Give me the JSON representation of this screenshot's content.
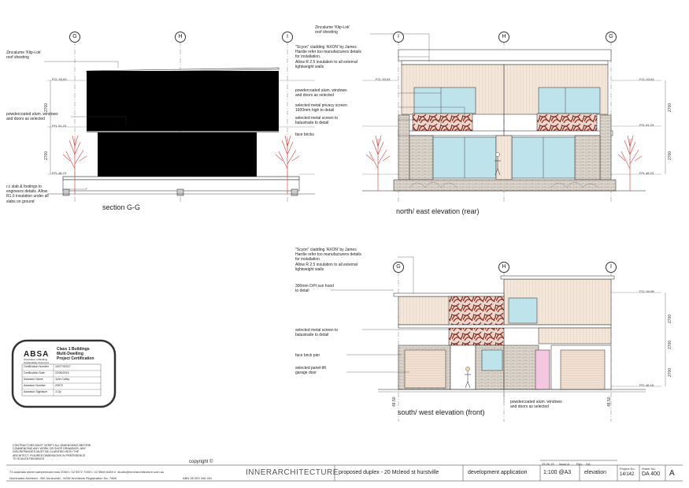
{
  "grid_labels": {
    "g": "G",
    "h": "H",
    "i": "I"
  },
  "section": {
    "title": "section G-G",
    "roof_note": "Zincalume 'Klip-Lok'\nroof sheeting",
    "window_note": "powdercoated alum. windows\nand doors as selected",
    "slab_note": "r.c slab & footings to\nengineers details. Allow\nR1.0 insulation under all\nslabs on ground",
    "lvl_top": "FCL 53.63",
    "lvl_mid": "FFL 51.23",
    "lvl_bot": "FFL 48.23",
    "dim1": "2700",
    "dim2": "2700"
  },
  "ne": {
    "title": "north/ east elevation (rear)",
    "roof_note": "Zincalume 'Klip-Lok'\nroof sheeting",
    "clad_note": "\"Scyon\" cladding 'AXON' by James\nHardie refer too manufacturers details\nfor installation.\nAllow R 2.5 insulation to all external\nlightweight walls",
    "window_note": "powdercoated alum. windows\nand doors as selected",
    "privacy_note": "selected metal privacy screen\n1600mm high to detail",
    "screen_note": "selected metal screen to\nbalustrade to detail",
    "brick_note": "face bricks",
    "lvl_top": "FCL 53.63",
    "lvl_mid": "FFL 51.23",
    "lvl_bot": "FFL 48.23",
    "dim1": "2700",
    "dim2": "2700"
  },
  "sw": {
    "title": "south/ west elevation (front)",
    "clad_note": "\"Scyon\" cladding 'AXON' by James\nHardie refer too manufacturers details\nfor installation.\nAllow R 2.5 insulation to all external\nlightweight walls",
    "hood_note": "300mm O/H sun hood\nto detail",
    "screen_note": "selected metal screen to\nbalustrade to detail",
    "pier_note": "face brick pier",
    "garage_note": "selected panel-lift\ngarage door",
    "window_note": "powdercoated alum. windows\nand doors as selected",
    "lvl_top": "FCL 54.98",
    "lvl_bot": "FFL 48.18",
    "dim1": "2700",
    "dim2": "2700",
    "dim3": "2700",
    "left_rl": "48.50",
    "right_rl": "48.50"
  },
  "basix": {
    "logo": "ABSA",
    "logo_sub": "Association of Building\nSustainability Assessors",
    "heading": "Class 1 Buildings\nMulti-Dwelling\nProject Certification",
    "rows": [
      {
        "label": "Certification Number",
        "value": "1007702317"
      },
      {
        "label": "Certification Date",
        "value": "22/06/2015"
      },
      {
        "label": "Assessor Name",
        "value": "John Calley"
      },
      {
        "label": "Assessor Number",
        "value": "20570"
      },
      {
        "label": "Assessor Signature",
        "value": "J.Cly"
      }
    ]
  },
  "disclaimer": "CONTRACTORS MUST VERIFY ALL DIMENSIONS BEFORE\nCOMMENCING ANY WORK OR SHOP DRAWINGS. ANY\nDISCREPANCIES MUST BE CLARIFIED WITH THE\nARCHITECT. FIGURED DIMENSIONS IN PREFERENCE\nTO SCALED READINGS",
  "copyright": "copyright ©",
  "titleblock": {
    "address": "73 australia street camperdown nsw 2050   t. 02 9572 7283   f. 02 9560 6469   e. studio@innerarchitecture.com.au",
    "nominated": "Nominated Architect - Bill Jurukovski - NSW Architects Registration No. 7585",
    "abn": "ABN 28 053 346 491",
    "firm": "INNERARCHITECTURE",
    "project": "proposed duplex - 20 Mcleod st hurstville",
    "stage": "development application",
    "scale": "1:100 @A3",
    "drawing": "elevation",
    "rev_date": "25.06.15",
    "rev_issue": "issue A",
    "rev_hdr": "Rev.",
    "rev_hdr2": "DA",
    "sheet_lbl": "Sheet No.",
    "project_lbl": "Project No.",
    "sheet_no": "14/142",
    "da_no": "DA 400",
    "rev": "A"
  },
  "colors": {
    "screen": "#9b3a2a",
    "tree": "#d9534f",
    "glass": "#bfe3ea",
    "clad": "#f0e2d6",
    "brick": "#d8d0c8",
    "garage": "#efd9c8",
    "pink": "#f3c7dd"
  }
}
